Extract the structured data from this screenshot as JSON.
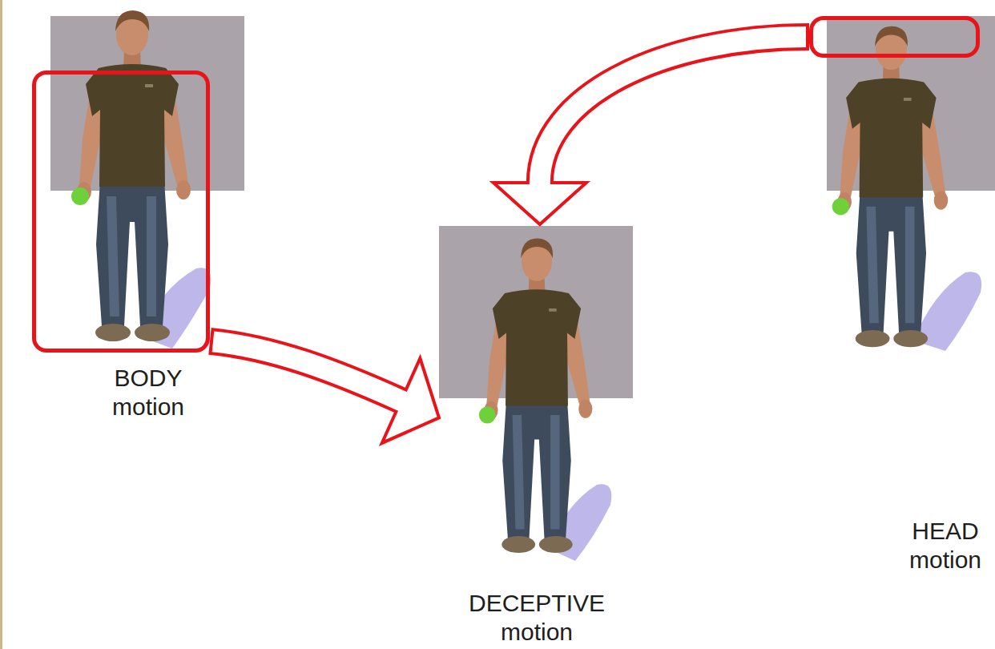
{
  "diagram": {
    "nodes": [
      {
        "text": [
          "BODY motion"
        ]
      },
      {
        "text": [
          "HEAD motion"
        ]
      },
      {
        "text": [
          "DECEPTIVE motion"
        ]
      }
    ],
    "edges": [
      {
        "from": 0,
        "to": 2,
        "arrow": "to"
      },
      {
        "from": 1,
        "to": 2,
        "arrow": "to"
      }
    ]
  }
}
